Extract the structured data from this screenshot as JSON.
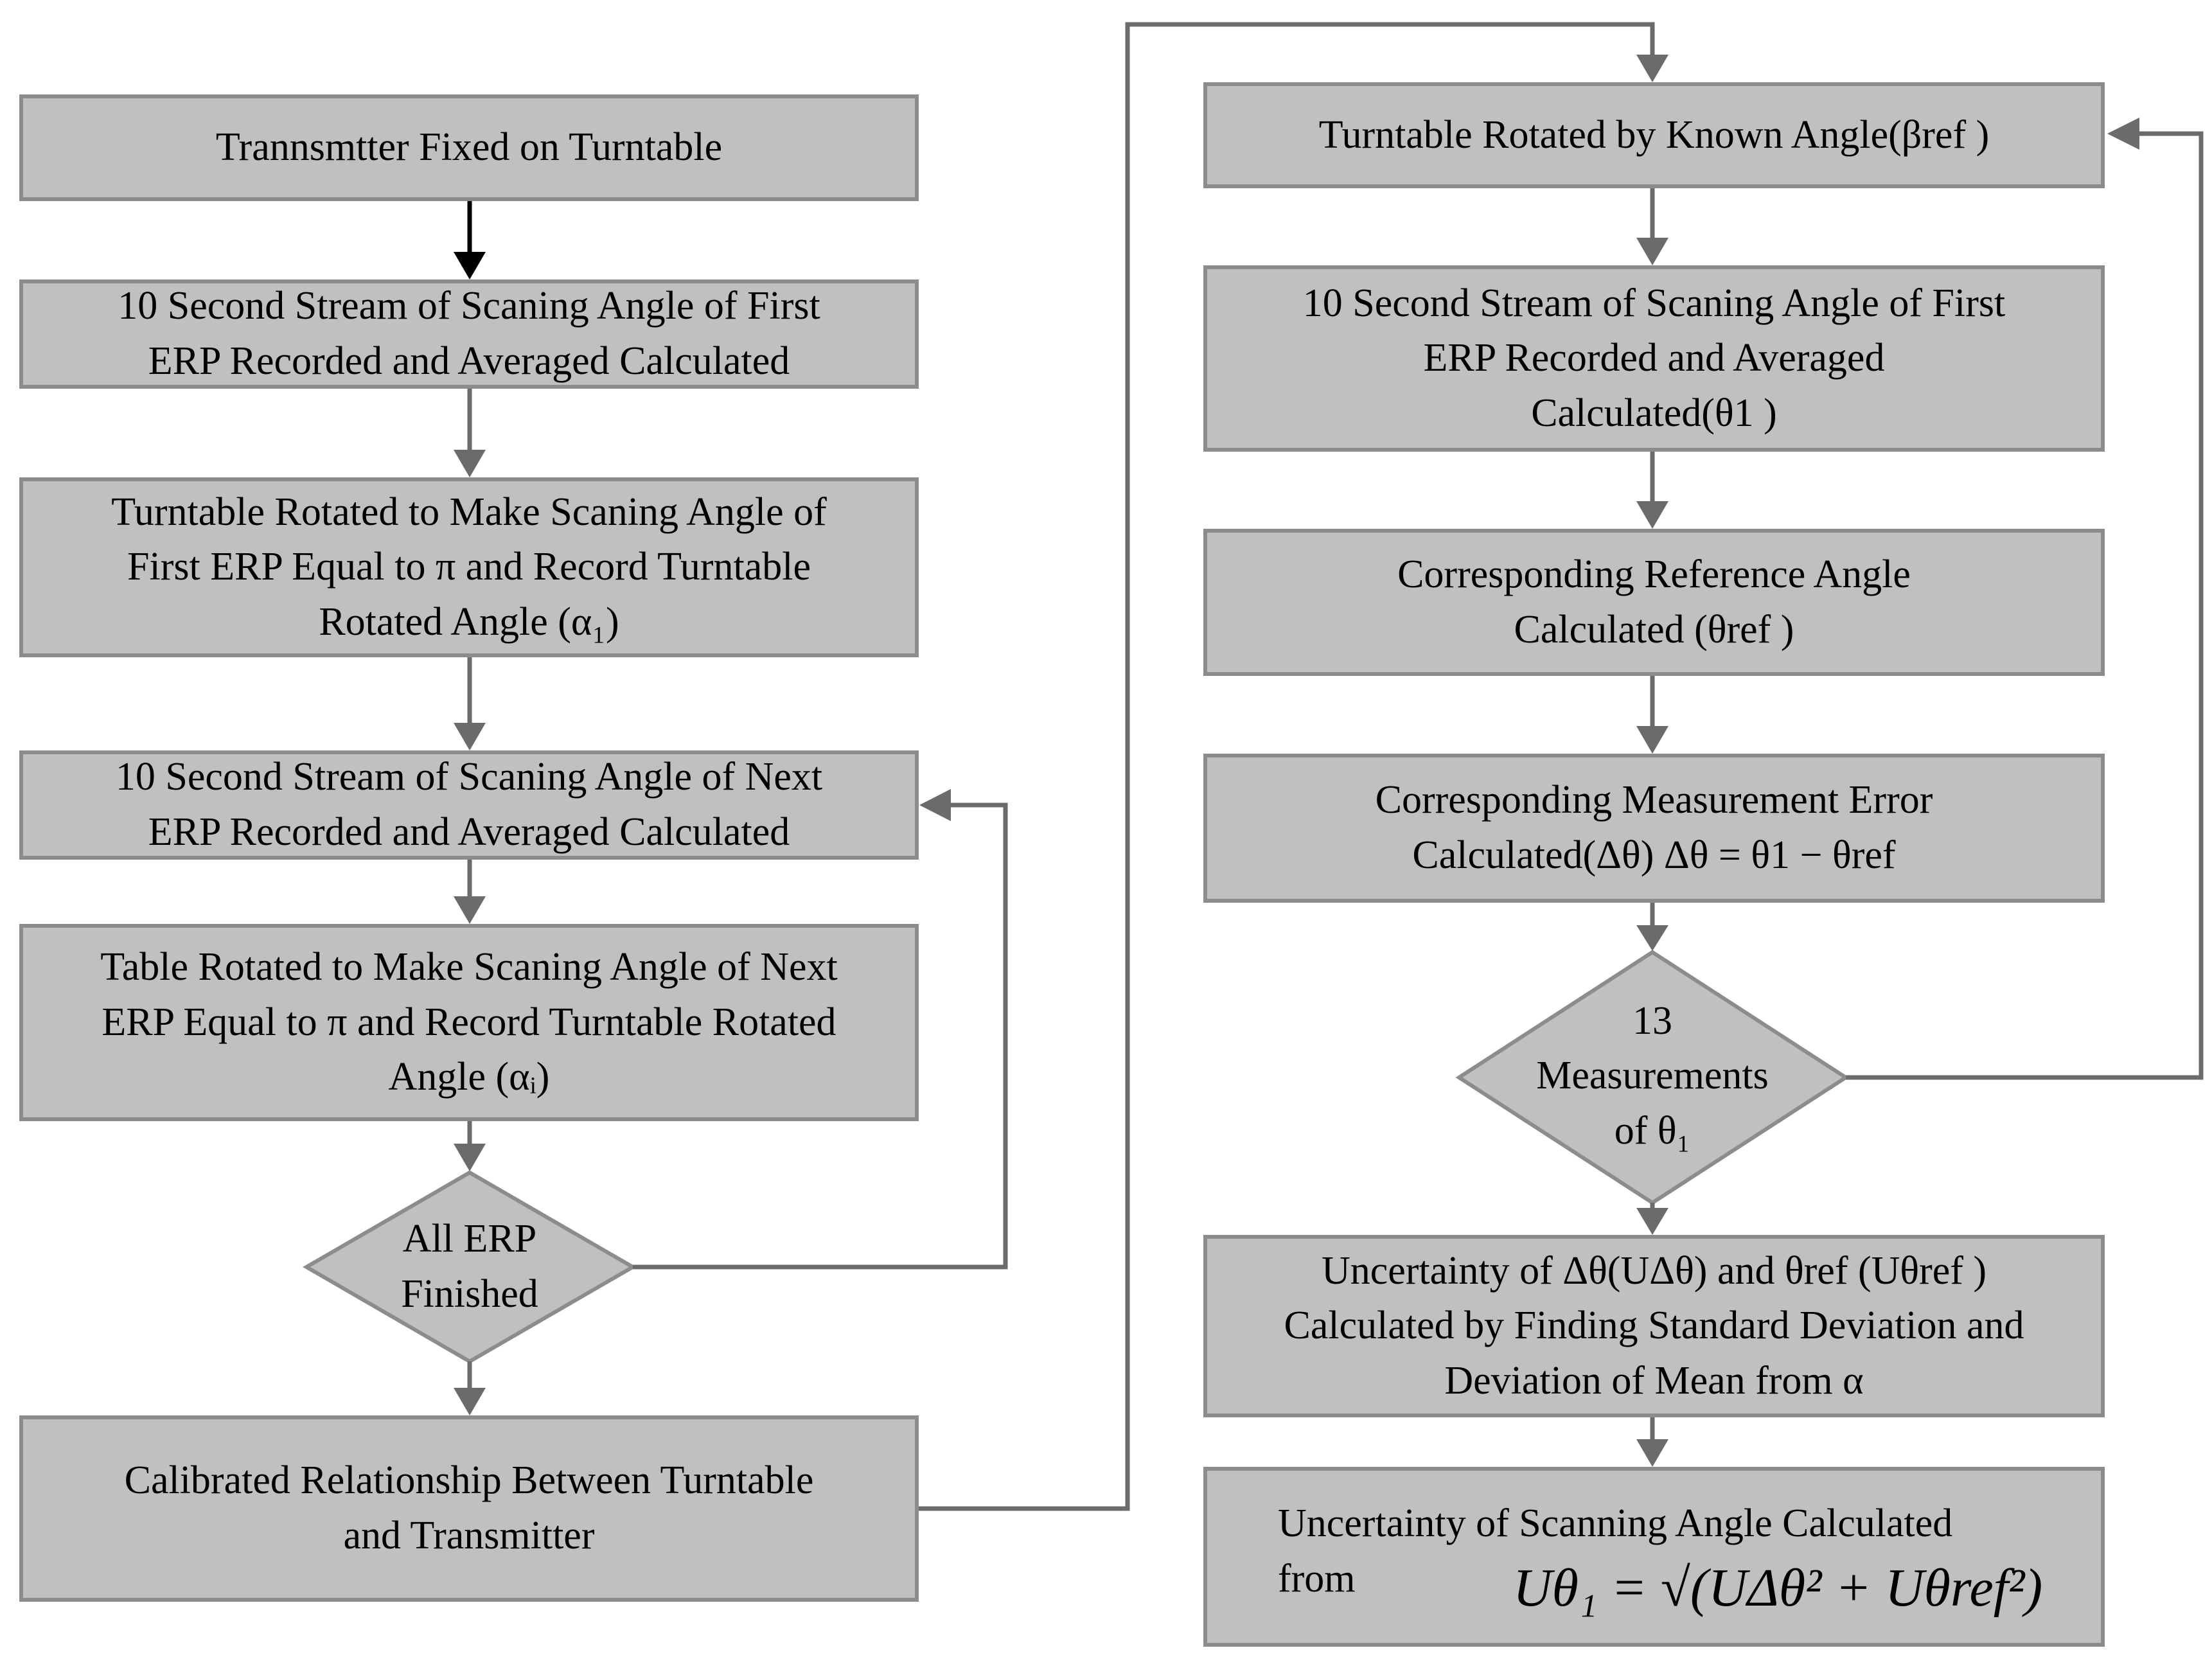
{
  "colors": {
    "box_fill": "#c0c0c0",
    "box_border": "#8c8c8c",
    "line": "#6b6b6b",
    "first_arrow": "#000000"
  },
  "left": {
    "step1": "Trannsmtter Fixed on Turntable",
    "step2": "10 Second Stream of Scaning Angle of First\nERP Recorded and Averaged Calculated",
    "step3": "Turntable Rotated to Make Scaning Angle of\nFirst ERP Equal to π and Record Turntable\nRotated Angle (α₁)",
    "step4": "10 Second Stream of Scaning Angle of Next\nERP Recorded and Averaged Calculated",
    "step5": "Table Rotated to Make Scaning Angle of Next\nERP Equal to π  and Record Turntable Rotated\nAngle (αᵢ)",
    "decision": "All ERP\nFinished",
    "step6": "Calibrated Relationship Between Turntable\nand Transmitter"
  },
  "right": {
    "step1": "Turntable Rotated by Known Angle(βref )",
    "step2": "10 Second Stream of Scaning Angle of First\nERP Recorded and Averaged\nCalculated(θ1 )",
    "step3": "Corresponding Reference Angle\nCalculated (θref )",
    "step4": "Corresponding Measurement Error\nCalculated(Δθ) Δθ =  θ1 − θref",
    "decision": "13\nMeasurements\nof θ₁",
    "step5": "Uncertainty of Δθ(UΔθ)  and θref (Uθref )\nCalculated by Finding Standard Deviation and\nDeviation of Mean from α",
    "step6": "Uncertainty of Scanning Angle Calculated\nfrom",
    "formula": "Uθ₁ = √(UΔθ² + Uθref²)"
  }
}
